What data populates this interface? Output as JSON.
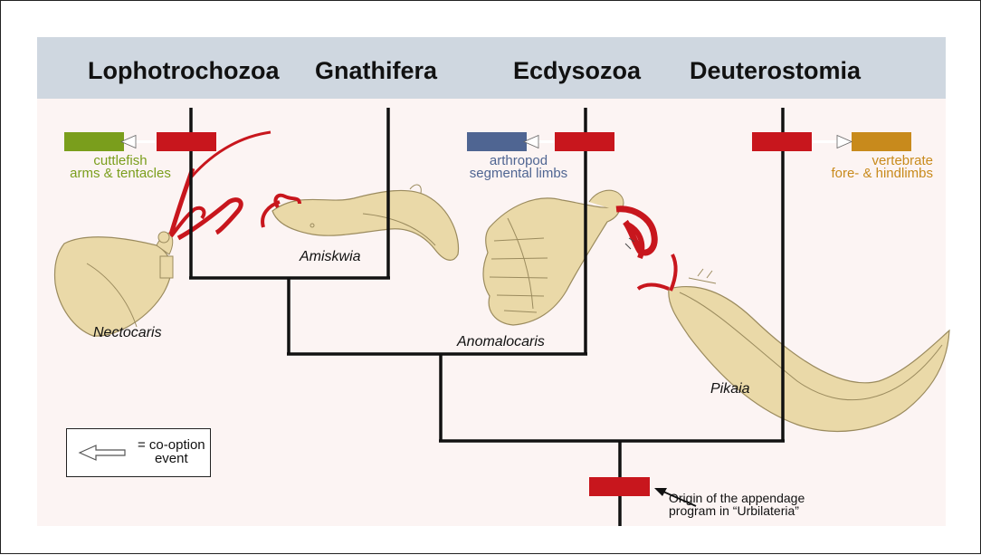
{
  "clades": [
    "Lophotrochozoa",
    "Gnathifera",
    "Ecdysozoa",
    "Deuterostomia"
  ],
  "cooption_labels": {
    "cuttlefish": [
      "cuttlefish",
      "arms & tentacles"
    ],
    "arthropod": [
      "arthropod",
      "segmental limbs"
    ],
    "vertebrate": [
      "vertebrate",
      "fore- & hindlimbs"
    ]
  },
  "taxa": [
    "Nectocaris",
    "Amiskwia",
    "Anomalocaris",
    "Pikaia"
  ],
  "legend": {
    "line1": "= co-option",
    "line2": "event"
  },
  "origin_note": {
    "line1": "Origin of the appendage",
    "line2": "program in “Urbilateria”"
  },
  "colors": {
    "header": "#cfd7e0",
    "background": "#fcf4f3",
    "appendage_program": "#c8161d",
    "cuttlefish": "#7a9e1c",
    "arthropod": "#4f6592",
    "vertebrate": "#c88a1c",
    "animal_body": "#ead9a8"
  }
}
